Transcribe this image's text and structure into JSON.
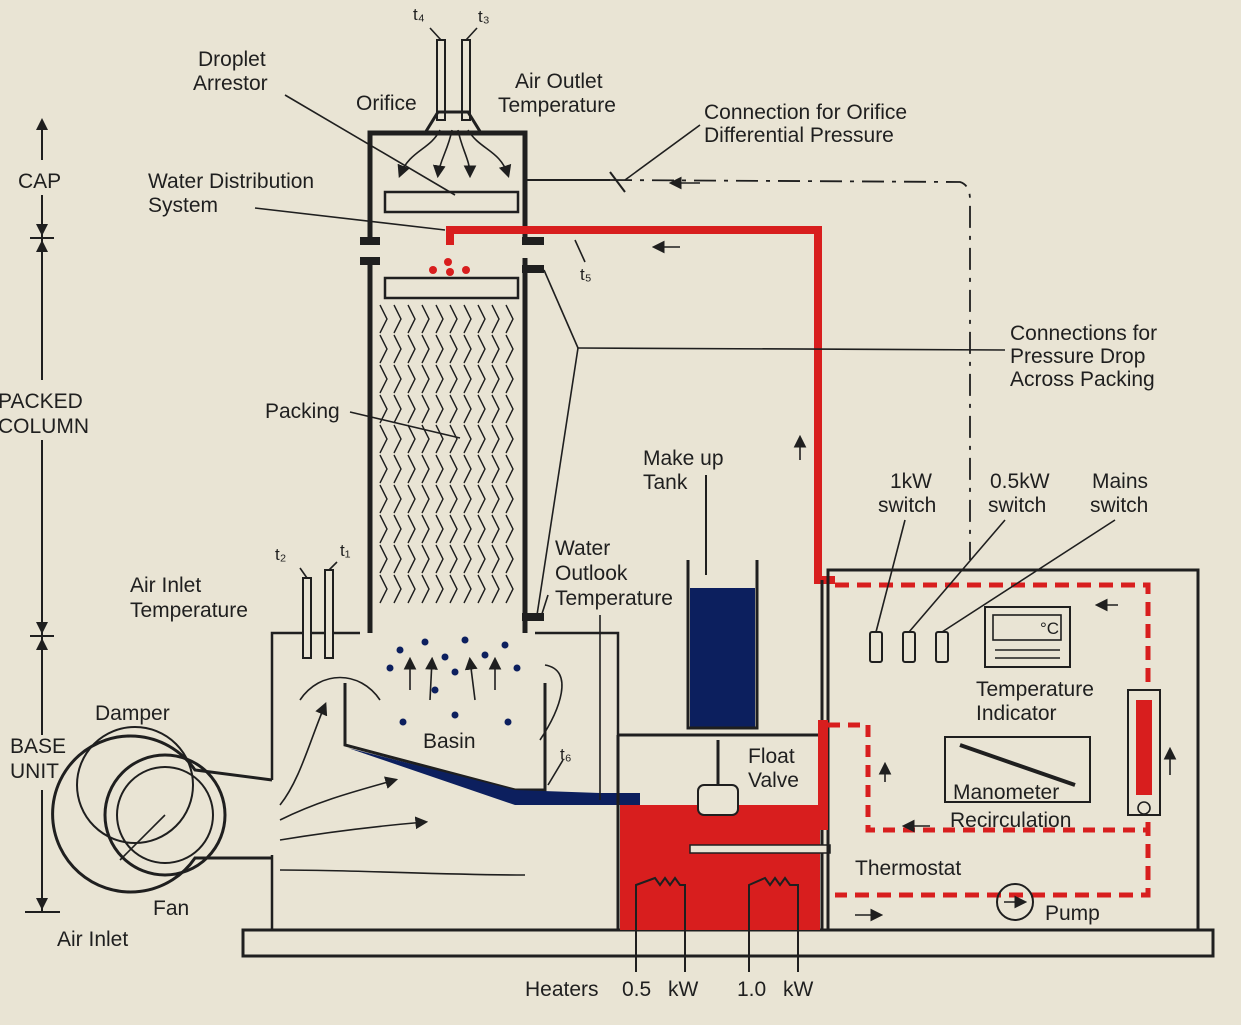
{
  "labels": {
    "t4": "t₄",
    "t3": "t₃",
    "droplet_arrestor_1": "Droplet",
    "droplet_arrestor_2": "Arrestor",
    "orifice": "Orifice",
    "air_outlet_1": "Air Outlet",
    "air_outlet_2": "Temperature",
    "orifice_dp_1": "Connection for Orifice",
    "orifice_dp_2": "Differential Pressure",
    "cap": "CAP",
    "water_dist_1": "Water Distribution",
    "water_dist_2": "System",
    "t5": "t₅",
    "pressure_drop_1": "Connections for",
    "pressure_drop_2": "Pressure Drop",
    "pressure_drop_3": "Across Packing",
    "packed_1": "PACKED",
    "packed_2": "COLUMN",
    "packing": "Packing",
    "makeup_1": "Make up",
    "makeup_2": "Tank",
    "sw1_1": "1kW",
    "sw1_2": "switch",
    "sw05_1": "0.5kW",
    "sw05_2": "switch",
    "mains_1": "Mains",
    "mains_2": "switch",
    "t2": "t₂",
    "t1": "t₁",
    "air_inlet_temp_1": "Air Inlet",
    "air_inlet_temp_2": "Temperature",
    "water_outlook_1": "Water",
    "water_outlook_2": "Outlook",
    "water_outlook_3": "Temperature",
    "degc": "°C",
    "temp_ind_1": "Temperature",
    "temp_ind_2": "Indicator",
    "damper": "Damper",
    "basin": "Basin",
    "t6": "t₆",
    "float_1": "Float",
    "float_2": "Valve",
    "base_1": "BASE",
    "base_2": "UNIT",
    "manometer": "Manometer",
    "recirculation": "Recirculation",
    "thermostat": "Thermostat",
    "fan": "Fan",
    "pump": "Pump",
    "air_inlet": "Air Inlet",
    "heaters": "Heaters",
    "h1": "0.5",
    "h1u": "kW",
    "h2": "1.0",
    "h2u": "kW"
  },
  "colors": {
    "background": "#e9e4d4",
    "water_red": "#d81e1e",
    "water_blue": "#0c1f5e",
    "line": "#1f1f1f"
  }
}
